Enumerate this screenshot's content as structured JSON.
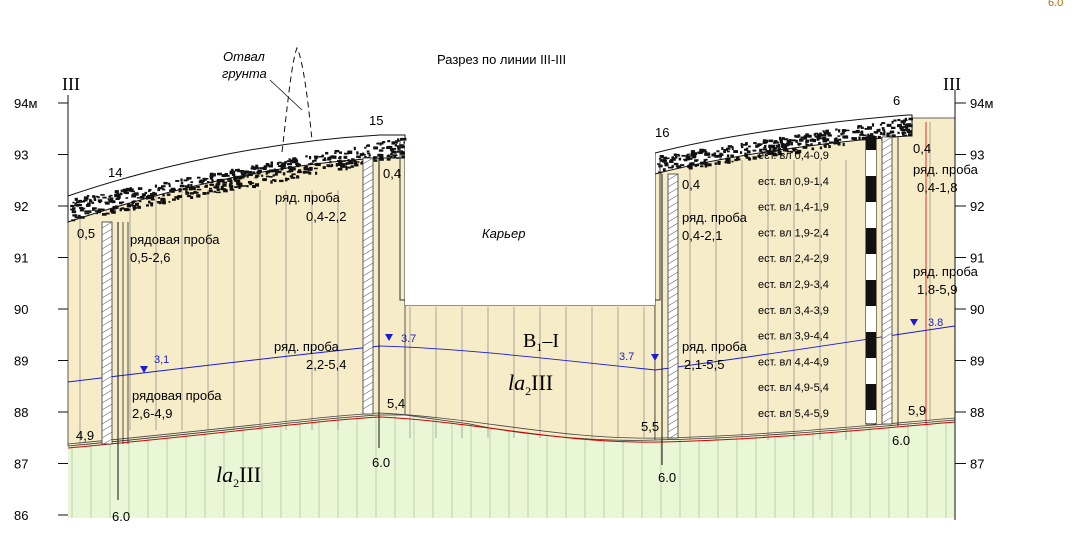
{
  "title": "Разрез по линии III-III",
  "corner_value": "6.0",
  "section_marks": {
    "left": "III",
    "right": "III"
  },
  "colors": {
    "loam": "#f6ecc8",
    "base_soil": "#e9f7d6",
    "water_level": "#1b1bd6",
    "contact_line": "#d80000",
    "fill_soil": "#111111"
  },
  "elevation_axis_left": [
    "94м",
    "93",
    "92",
    "91",
    "90",
    "89",
    "88",
    "87",
    "86"
  ],
  "elevation_axis_right": [
    "94м",
    "93",
    "92",
    "91",
    "90",
    "89",
    "88",
    "87"
  ],
  "wells": [
    {
      "id": "14",
      "top_depth": "0,5",
      "bottom_depth": "4,9",
      "total_depth": "6.0",
      "samples": [
        "рядовая проба",
        "0,5-2,6",
        "рядовая проба",
        "2,6-4,9"
      ],
      "water_level": "3,1"
    },
    {
      "id": "15",
      "top_depth": "0,4",
      "bottom_depth": "5,4",
      "total_depth": "6.0",
      "samples": [
        "ряд. проба",
        "0,4-2,2",
        "ряд. проба",
        "2,2-5,4"
      ],
      "water_level": "3.7"
    },
    {
      "id": "16",
      "top_depth": "0,4",
      "bottom_depth": "5,5",
      "total_depth": "6.0",
      "samples": [
        "ряд. проба",
        "0,4-2,1",
        "ряд. проба",
        "2,1-5,5"
      ],
      "water_level": "3.7"
    },
    {
      "id": "6",
      "top_depth": "0,4",
      "bottom_depth": "5,9",
      "total_depth": "6.0",
      "samples": [
        "ряд. проба",
        "0,4-1,8",
        "ряд. проба",
        "1,8-5,9"
      ],
      "water_level": "3.8"
    }
  ],
  "moisture_samples": [
    "ест. вл 0,4-0,9",
    "ест. вл 0,9-1,4",
    "ест. вл 1,4-1,9",
    "ест. вл 1,9-2,4",
    "ест. вл 2,4-2,9",
    "ест. вл 2,9-3,4",
    "ест. вл 3,4-3,9",
    "ест. вл 3,9-4,4",
    "ест. вл 4,4-4,9",
    "ест. вл 4,9-5,4",
    "ест. вл 5,4-5,9"
  ],
  "labels": {
    "dump": [
      "Отвал",
      "грунта"
    ],
    "quarry": "Карьер",
    "layer_upper_main": "B",
    "layer_upper_sub": "1",
    "layer_upper_suffix": "–I",
    "layer_mid_pre": "la",
    "layer_mid_sub": "2",
    "layer_mid_suffix": "III",
    "layer_base_pre": "la",
    "layer_base_sub": "2",
    "layer_base_suffix": "III"
  }
}
